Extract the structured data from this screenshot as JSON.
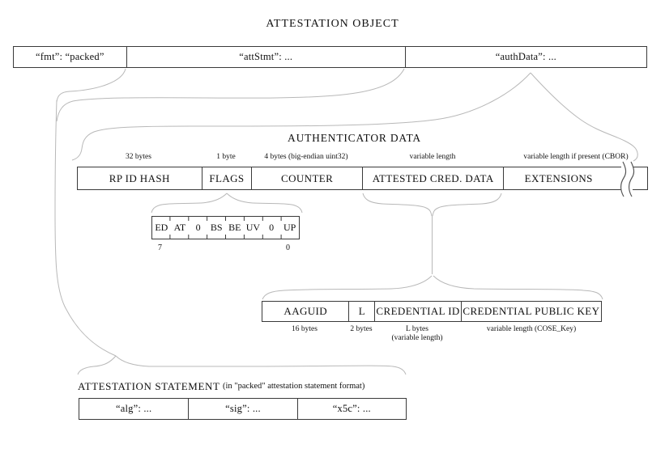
{
  "title": "ATTESTATION OBJECT",
  "attestation_object_row": {
    "fmt": "“fmt”: “packed”",
    "attStmt": "“attStmt”: ...",
    "authData": "“authData”: ..."
  },
  "authenticator_data": {
    "heading": "AUTHENTICATOR DATA",
    "fields": [
      {
        "name": "RP ID HASH",
        "size": "32 bytes"
      },
      {
        "name": "FLAGS",
        "size": "1 byte"
      },
      {
        "name": "COUNTER",
        "size": "4 bytes (big-endian uint32)"
      },
      {
        "name": "ATTESTED CRED. DATA",
        "size": "variable length"
      },
      {
        "name": "EXTENSIONS",
        "size": "variable length if present (CBOR)"
      }
    ]
  },
  "flags_bits": {
    "bits": [
      "ED",
      "AT",
      "0",
      "BS",
      "BE",
      "UV",
      "0",
      "UP"
    ],
    "msb_label": "7",
    "lsb_label": "0"
  },
  "attested_credential_data": {
    "fields": [
      {
        "name": "AAGUID",
        "size": "16 bytes"
      },
      {
        "name": "L",
        "size": "2 bytes"
      },
      {
        "name": "CREDENTIAL ID",
        "size": "L bytes",
        "size_note": "(variable length)"
      },
      {
        "name": "CREDENTIAL PUBLIC KEY",
        "size": "variable length (COSE_Key)"
      }
    ]
  },
  "attestation_statement": {
    "heading": "ATTESTATION STATEMENT",
    "subheading": "(in \"packed\" attestation statement format)",
    "cells": [
      "“alg”: ...",
      "“sig”: ...",
      "“x5c”: ..."
    ]
  },
  "colors": {
    "background": "#ffffff",
    "box_border": "#3a3a3a",
    "curve": "#b8b8b8",
    "text": "#111111"
  }
}
